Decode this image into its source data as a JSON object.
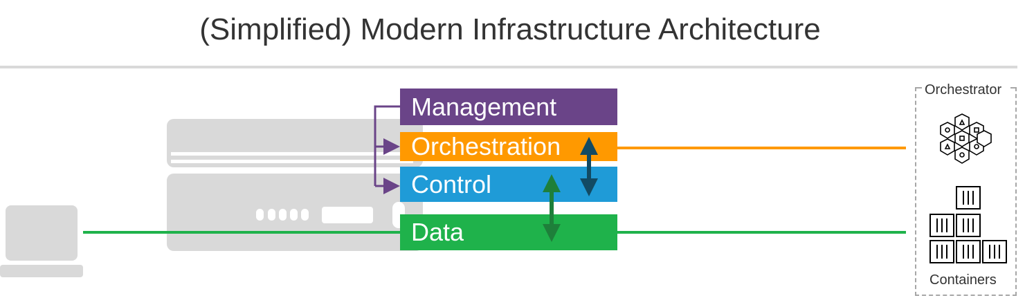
{
  "title": "(Simplified) Modern Infrastructure Architecture",
  "layers": {
    "management": "Management",
    "orchestration": "Orchestration",
    "control": "Control",
    "data": "Data"
  },
  "orchestrator_group": {
    "orchestrator_label": "Orchestrator",
    "containers_label": "Containers"
  },
  "colors": {
    "management": "#6a4488",
    "orchestration": "#ff9900",
    "control": "#1f9bd7",
    "data": "#1fb24b",
    "arrow_dark_blue": "#124a63",
    "arrow_green": "#1e7f3a",
    "device_gray": "#d9d9d9"
  },
  "icons": {
    "laptop": "laptop-icon",
    "server": "server-icon",
    "orchestrator": "hexagon-cluster-icon",
    "containers": "container-stack-icon"
  }
}
